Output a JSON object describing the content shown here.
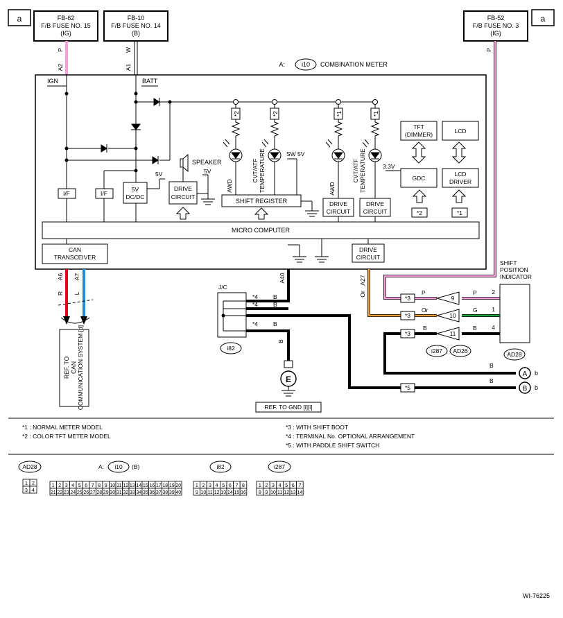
{
  "page_markers": {
    "left": "a",
    "right": "a"
  },
  "fuses": [
    {
      "line1": "FB-62",
      "line2": "F/B FUSE NO. 15",
      "line3": "(IG)",
      "wire": "P",
      "pin": "A2"
    },
    {
      "line1": "FB-10",
      "line2": "F/B FUSE NO. 14",
      "line3": "(B)",
      "wire": "W",
      "pin": "A1"
    },
    {
      "line1": "FB-52",
      "line2": "F/B FUSE NO. 3",
      "line3": "(IG)",
      "wire": "P"
    }
  ],
  "meter": {
    "connector_prefix": "A:",
    "connector_id": "i10",
    "title": "COMBINATION METER",
    "ign": "IGN",
    "batt": "BATT",
    "if1": "I/F",
    "if2": "I/F",
    "dcdc_l1": "5V",
    "dcdc_l2": "DC/DC",
    "v5": "5V",
    "speaker": "SPEAKER",
    "speaker_5v": "5V",
    "drive_l1": "DRIVE",
    "drive_l2": "CIRCUIT",
    "shift_register": "SHIFT REGISTER",
    "sw5v": "SW 5V",
    "awd": "AWD",
    "cvt_l1": "CVT/ATF",
    "cvt_l2": "TEMPERATURE",
    "star1": "*1",
    "star2": "*2",
    "tft_l1": "TFT",
    "tft_l2": "(DIMMER)",
    "lcd": "LCD",
    "gdc": "GDC",
    "lcd_drv_l1": "LCD",
    "lcd_drv_l2": "DRIVER",
    "v33": "3.3V",
    "micro": "MICRO COMPUTER",
    "can_l1": "CAN",
    "can_l2": "TRANSCEIVER",
    "pin_a6": "A6",
    "pin_a7": "A7",
    "pin_a40": "A40",
    "pin_a27": "A27"
  },
  "can": {
    "wire_r": "R",
    "wire_l": "L",
    "ref": "REF. TO CAN COMMUNICATION SYSTEM [d]"
  },
  "jc": {
    "label": "J/C",
    "connector": "i82",
    "star4": "*4",
    "wire_b": "B",
    "ref_gnd": "REF. TO GND [i][i]",
    "ground": "E"
  },
  "shift_indicator": {
    "title_l1": "SHIFT",
    "title_l2": "POSITION",
    "title_l3": "INDICATOR",
    "connector": "AD28",
    "relay_conn_1": "i287",
    "relay_conn_2": "AD26",
    "star3": "*3",
    "star5": "*5",
    "wire_or": "Or",
    "wire_p": "P",
    "wire_g": "G",
    "wire_b": "B",
    "pins_mid": [
      "9",
      "10",
      "11"
    ],
    "pins_right": [
      "2",
      "1",
      "4"
    ],
    "term_a": "A",
    "term_b": "B",
    "term_suffix": "b"
  },
  "notes": {
    "n1": "*1  : NORMAL METER MODEL",
    "n2": "*2  : COLOR TFT METER MODEL",
    "n3": "*3   : WITH SHIFT BOOT",
    "n4": "*4   : TERMINAL No. OPTIONAL ARRANGEMENT",
    "n5": "*5   : WITH PADDLE SHIFT SWITCH"
  },
  "connectors": {
    "ad28": {
      "label": "AD28",
      "pins": [
        "1",
        "2",
        "3",
        "4"
      ]
    },
    "i10": {
      "prefix": "A:",
      "label": "i10",
      "suffix": "(B)",
      "row1": [
        "1",
        "2",
        "3",
        "4",
        "5",
        "6",
        "7",
        "8",
        "9",
        "10",
        "11",
        "12",
        "13",
        "14",
        "15",
        "16",
        "17",
        "18",
        "19",
        "20"
      ],
      "row2": [
        "21",
        "22",
        "23",
        "24",
        "25",
        "26",
        "27",
        "28",
        "29",
        "30",
        "31",
        "32",
        "33",
        "34",
        "35",
        "36",
        "37",
        "38",
        "39",
        "40"
      ]
    },
    "i82": {
      "label": "i82",
      "row1": [
        "1",
        "2",
        "3",
        "4",
        "5",
        "6",
        "7",
        "8"
      ],
      "row2": [
        "9",
        "10",
        "11",
        "12",
        "13",
        "14",
        "15",
        "16"
      ]
    },
    "i287": {
      "label": "i287",
      "row1": [
        "1",
        "2",
        "3",
        "4",
        "5",
        "6",
        "7"
      ],
      "row2": [
        "8",
        "9",
        "10",
        "11",
        "12",
        "13",
        "14"
      ]
    }
  },
  "diagram_id": "WI-76225",
  "colors": {
    "pink": "#f4a0d8",
    "red": "#e3001b",
    "blue": "#1d8fe0",
    "orange": "#f0a030",
    "green": "#1aa83c",
    "black": "#000000"
  }
}
